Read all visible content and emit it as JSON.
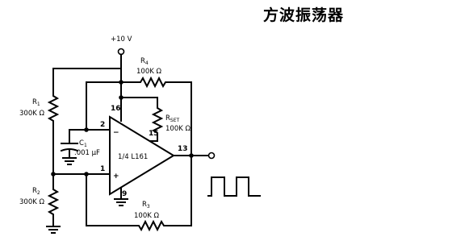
{
  "title": "方波振荡器",
  "supply": {
    "label": "+10 V"
  },
  "components": {
    "r1": {
      "name": "R",
      "sub": "1",
      "value": "300K Ω"
    },
    "r2": {
      "name": "R",
      "sub": "2",
      "value": "300K Ω"
    },
    "r3": {
      "name": "R",
      "sub": "3",
      "value": "100K Ω"
    },
    "r4": {
      "name": "R",
      "sub": "4",
      "value": "100K Ω"
    },
    "rset": {
      "name": "R",
      "sub": "SET",
      "value": "100K Ω"
    },
    "c1": {
      "name": "C",
      "sub": "1",
      "value": ".001 μF"
    },
    "opamp": {
      "label": "1/4 L161"
    }
  },
  "pins": {
    "inv_symbol": "−",
    "noninv_symbol": "+",
    "p16": "16",
    "p15": "15",
    "p2": "2",
    "p1": "1",
    "p13": "13",
    "p9": "9"
  }
}
